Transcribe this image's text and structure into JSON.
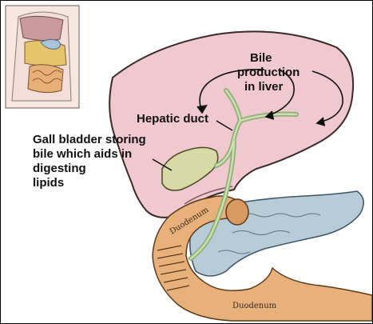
{
  "labels": {
    "bile_production": [
      "Bile",
      "production",
      "in liver"
    ],
    "hepatic_duct": "Hepatic duct",
    "gall_bladder": [
      "Gall bladder storing",
      "bile which aids in",
      "digesting",
      "lipids"
    ]
  },
  "organ_labels": {
    "duodenum_upper": "Duodenum",
    "duodenum_lower": "Duodenum"
  },
  "colors": {
    "liver": "#efc9cf",
    "liver_outline": "#3b2a2a",
    "pancreas": "#b8ccd8",
    "duodenum": "#e8b17c",
    "gall_bladder": "#d7d9a6",
    "duct": "#c7d9a6"
  }
}
